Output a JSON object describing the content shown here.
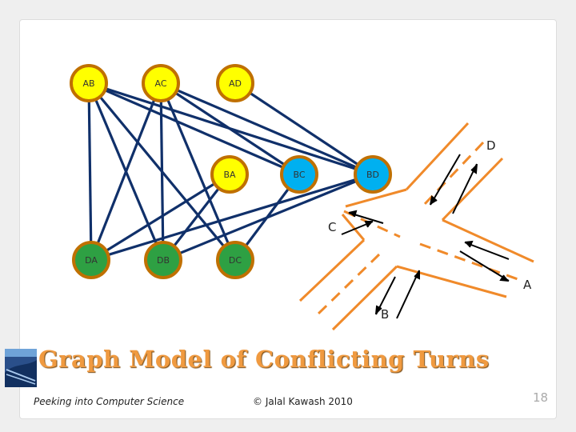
{
  "slide": {
    "title": "Graph Model of Conflicting Turns",
    "footer_left": "Peeking into Computer Science",
    "footer_center": "© Jalal Kawash 2010",
    "page_number": "18"
  },
  "colors": {
    "node_yellow": "#ffff00",
    "node_blue": "#00b0f0",
    "node_green": "#2ea043",
    "node_border": "#c07000",
    "edge": "#10306a",
    "road": "#f08a2a",
    "title": "#f09a40"
  },
  "graph": {
    "nodes": [
      {
        "id": "AB",
        "label": "AB",
        "color": "yellow"
      },
      {
        "id": "AC",
        "label": "AC",
        "color": "yellow"
      },
      {
        "id": "AD",
        "label": "AD",
        "color": "yellow"
      },
      {
        "id": "BA",
        "label": "BA",
        "color": "yellow"
      },
      {
        "id": "BC",
        "label": "BC",
        "color": "blue"
      },
      {
        "id": "BD",
        "label": "BD",
        "color": "blue"
      },
      {
        "id": "DA",
        "label": "DA",
        "color": "green"
      },
      {
        "id": "DB",
        "label": "DB",
        "color": "green"
      },
      {
        "id": "DC",
        "label": "DC",
        "color": "green"
      }
    ],
    "edges": [
      [
        "AB",
        "BD"
      ],
      [
        "AB",
        "BC"
      ],
      [
        "AB",
        "DA"
      ],
      [
        "AB",
        "DB"
      ],
      [
        "AB",
        "DC"
      ],
      [
        "AC",
        "BD"
      ],
      [
        "AC",
        "BC"
      ],
      [
        "AC",
        "DA"
      ],
      [
        "AC",
        "DB"
      ],
      [
        "AC",
        "DC"
      ],
      [
        "AD",
        "BD"
      ],
      [
        "BC",
        "DC"
      ],
      [
        "DA",
        "BA"
      ],
      [
        "DA",
        "BD"
      ],
      [
        "DB",
        "BA"
      ],
      [
        "DB",
        "BD"
      ]
    ]
  },
  "intersection": {
    "labels": {
      "A": "A",
      "B": "B",
      "C": "C",
      "D": "D"
    }
  }
}
